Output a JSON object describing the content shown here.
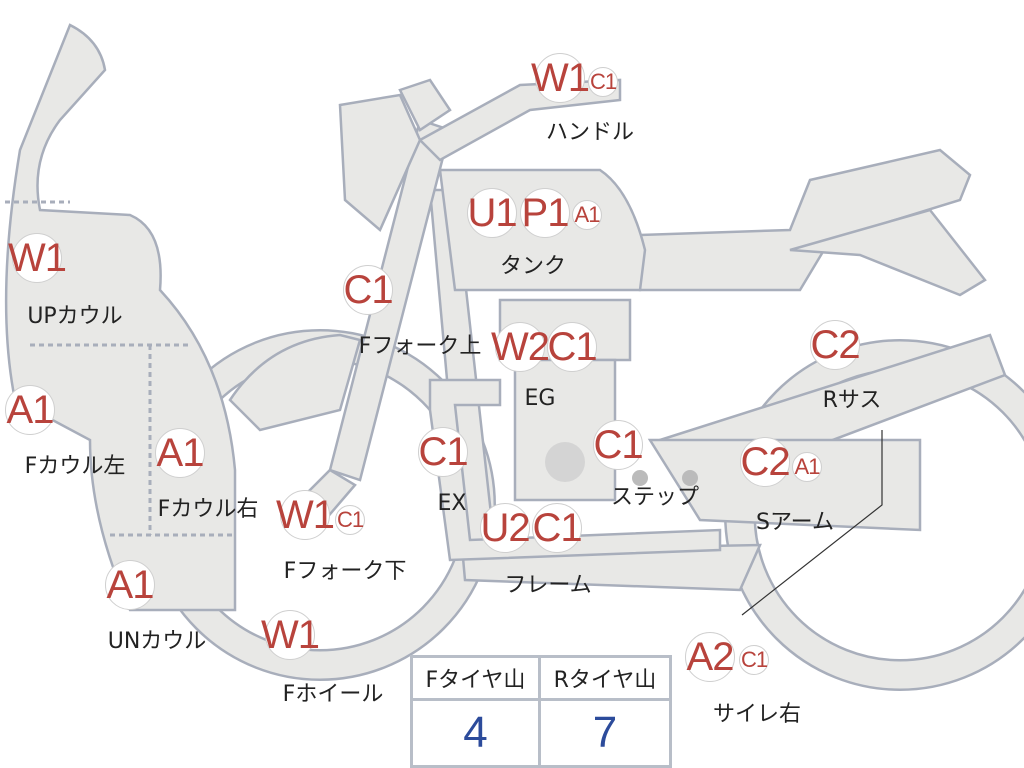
{
  "colors": {
    "code": "#b8433c",
    "body": "#e8e8e6",
    "outline": "#a8aebb",
    "value": "#2c4b9b"
  },
  "parts": [
    {
      "label": "ハンドル",
      "codes": [
        "W1",
        "C1"
      ]
    },
    {
      "label": "タンク",
      "codes": [
        "U1",
        "P1",
        "A1"
      ]
    },
    {
      "label": "UPカウル",
      "codes": [
        "W1"
      ]
    },
    {
      "label": "Fフォーク上",
      "codes": [
        "C1"
      ]
    },
    {
      "label": "EG",
      "codes": [
        "W2",
        "C1"
      ]
    },
    {
      "label": "Rサス",
      "codes": [
        "C2"
      ]
    },
    {
      "label": "Fカウル左",
      "codes": [
        "A1"
      ]
    },
    {
      "label": "Fカウル右",
      "codes": [
        "A1"
      ]
    },
    {
      "label": "EX",
      "codes": [
        "C1"
      ]
    },
    {
      "label": "ステップ",
      "codes": [
        "C1"
      ]
    },
    {
      "label": "Sアーム",
      "codes": [
        "C2",
        "A1"
      ]
    },
    {
      "label": "Fフォーク下",
      "codes": [
        "W1",
        "C1"
      ]
    },
    {
      "label": "フレーム",
      "codes": [
        "U2",
        "C1"
      ]
    },
    {
      "label": "UNカウル",
      "codes": [
        "A1"
      ]
    },
    {
      "label": "Fホイール",
      "codes": [
        "W1"
      ]
    },
    {
      "label": "サイレ右",
      "codes": [
        "A2",
        "C1"
      ]
    }
  ],
  "tire_table": {
    "headers": [
      "Fタイヤ山",
      "Rタイヤ山"
    ],
    "values": [
      "4",
      "7"
    ]
  }
}
